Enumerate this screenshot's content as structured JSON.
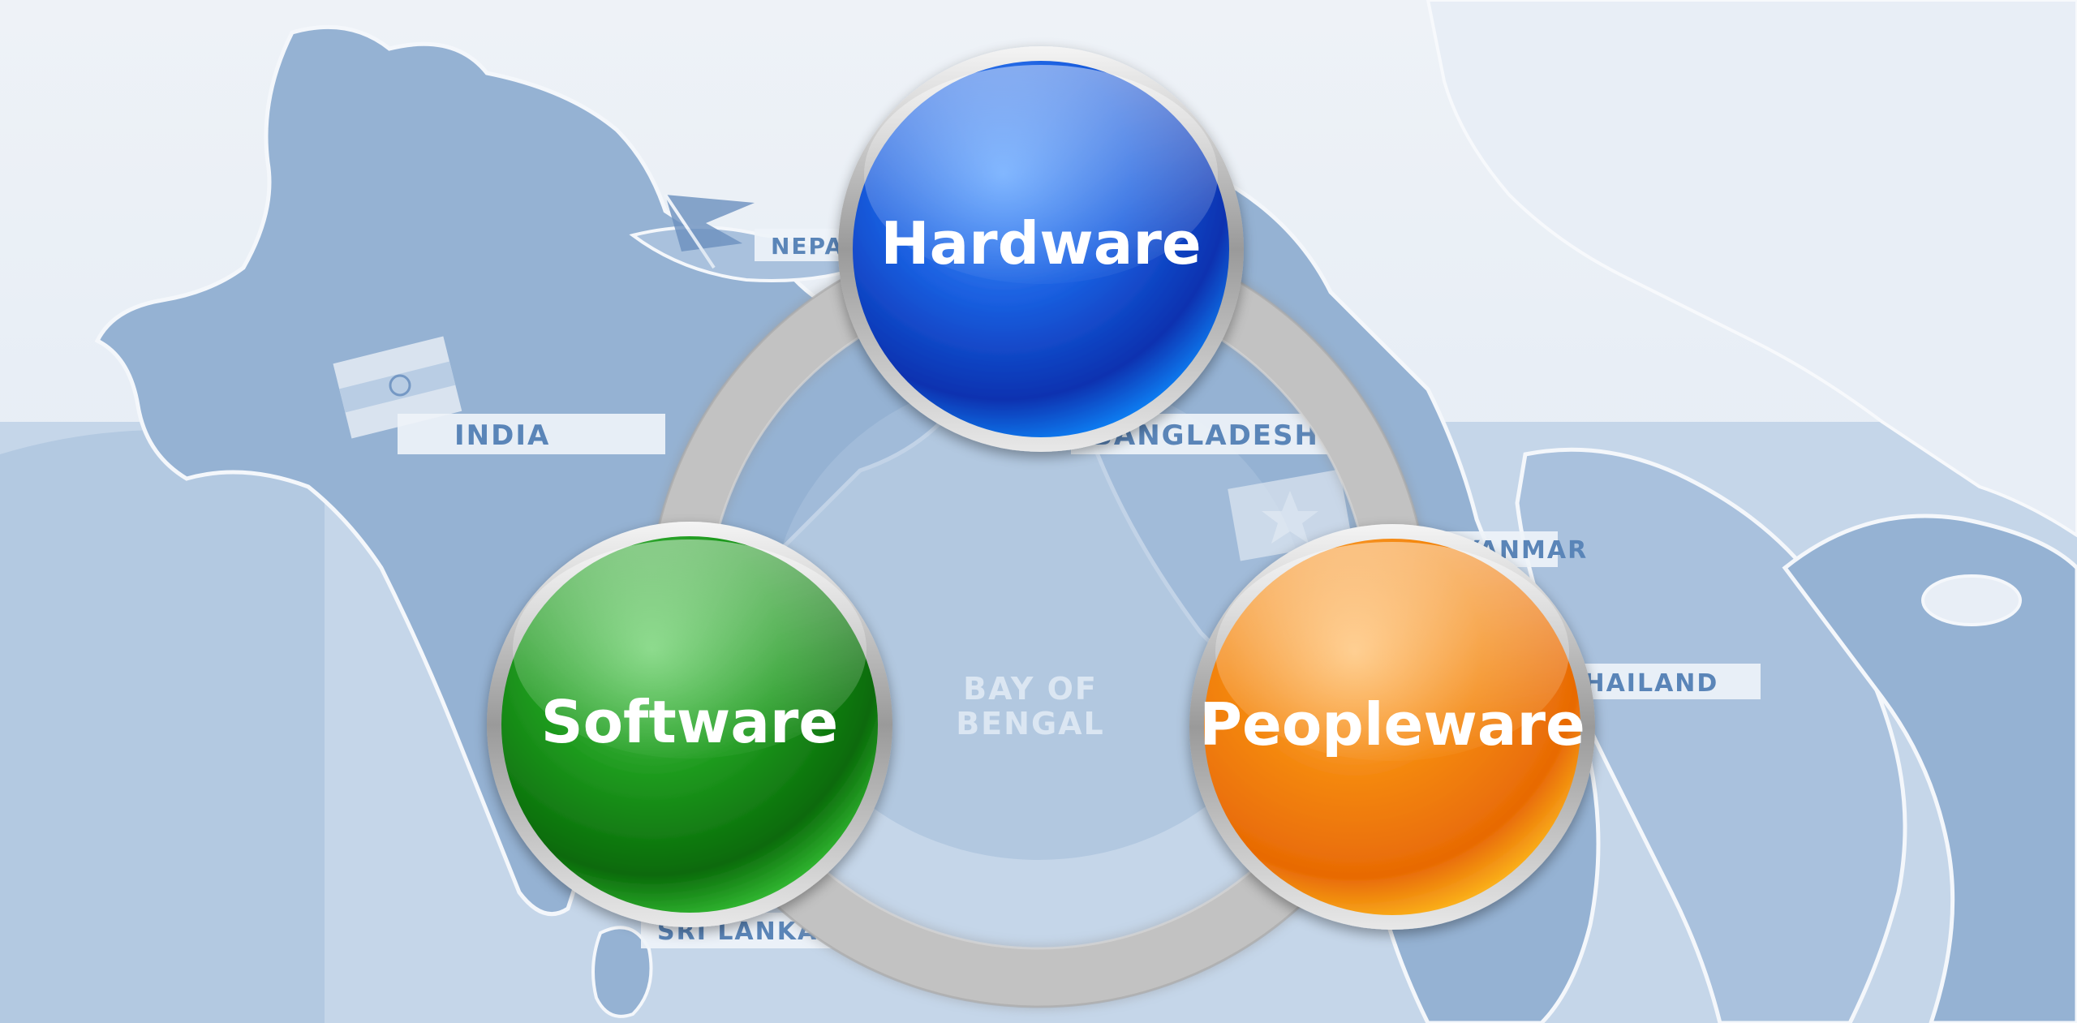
{
  "map": {
    "country_labels": [
      "INDIA",
      "BANGLADESH",
      "MYANMAR",
      "THAILAND",
      "SRI LANKA",
      "NEPAL"
    ],
    "sea_label_line1": "BAY OF",
    "sea_label_line2": "BENGAL",
    "colors": {
      "background": "#e6edf5",
      "land": "#95b2d3",
      "land_light": "#b6cbe2",
      "border": "#f4f7fb",
      "sea": "#a4bdd9"
    }
  },
  "diagram": {
    "nodes": [
      {
        "id": "hardware",
        "label": "Hardware",
        "color": "#1a5fe0"
      },
      {
        "id": "software",
        "label": "Software",
        "color": "#1e9a1e"
      },
      {
        "id": "peopleware",
        "label": "Peopleware",
        "color": "#f4870f"
      }
    ],
    "ring_color": "#c2c2c2"
  }
}
